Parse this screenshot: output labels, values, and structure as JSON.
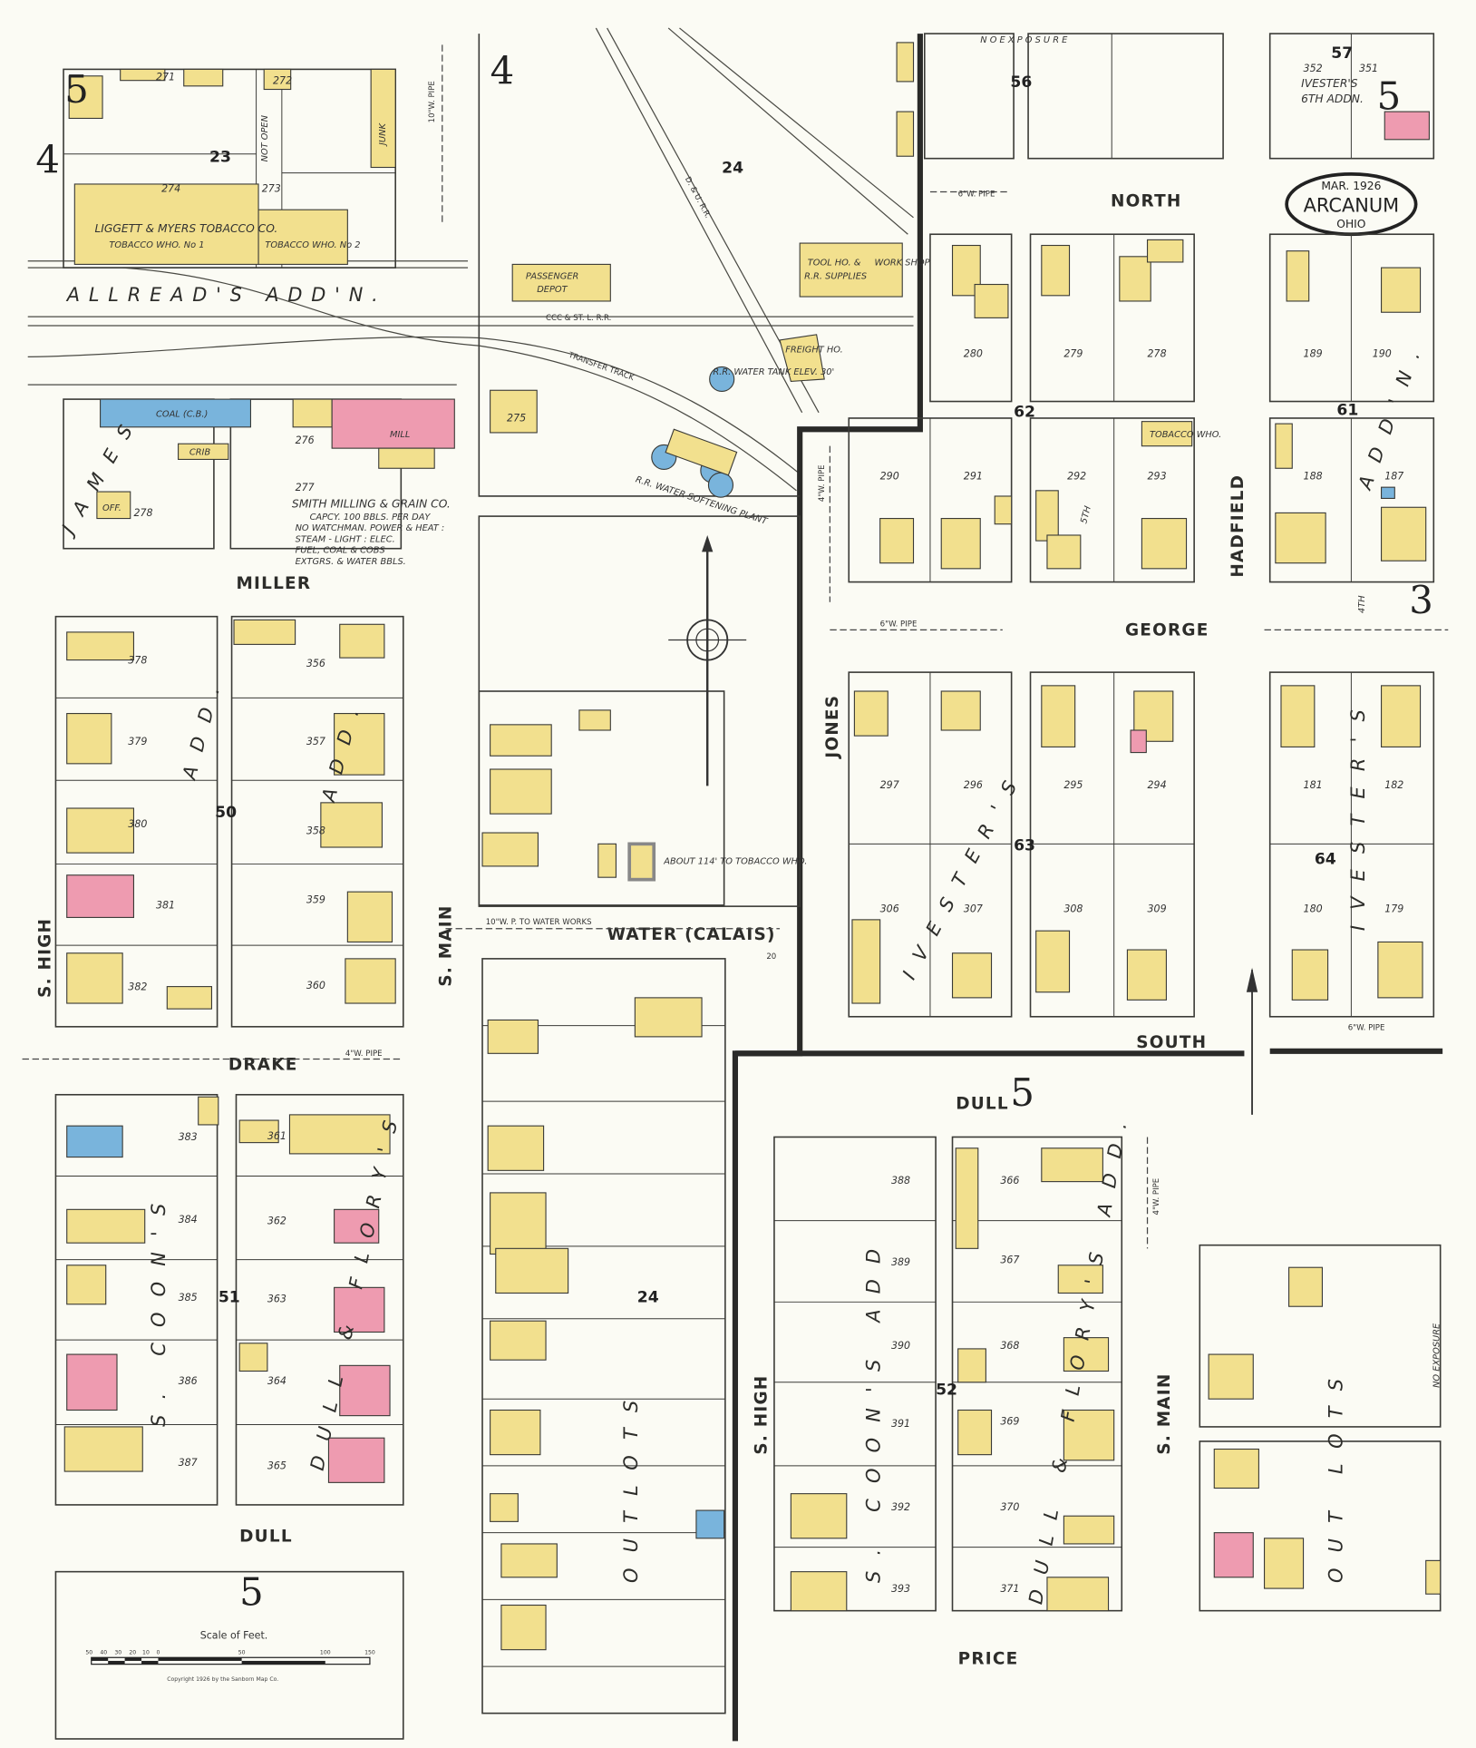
{
  "map": {
    "date": "MAR. 1926",
    "city": "ARCANUM",
    "state": "OHIO",
    "sheet_numbers": [
      "5",
      "4",
      "4",
      "5",
      "3",
      "5",
      "5"
    ],
    "streets": {
      "north": "NORTH",
      "miller": "MILLER",
      "george": "GEORGE",
      "water": "WATER (CALAIS)",
      "drake": "DRAKE",
      "south": "SOUTH",
      "dull_left": "DULL",
      "dull_right": "DULL",
      "price": "PRICE",
      "s_high_left": "S. HIGH",
      "s_main_left": "S. MAIN",
      "s_high_right": "S. HIGH",
      "s_main_right": "S. MAIN",
      "jones": "JONES",
      "hadfield": "HADFIELD",
      "fifth": "5TH"
    },
    "additions": {
      "allreads": "ALLREAD'S ADD'N.",
      "james": "JAMES",
      "ivesters": "IVESTER'S",
      "ivesters_right": "IVESTER'S",
      "ivesters_6th_1": "IVESTER'S",
      "ivesters_6th_2": "6TH ADDN.",
      "adn_right": "ADD'N.",
      "fourth": "4TH",
      "coons_left": "S. COON'S",
      "coons_right": "S. COON'S ADD",
      "dull_flory_left": "DULL & FLORY'S",
      "dull_flory_right": "DULL & FLORY'S ADD.",
      "add_left": "ADD.",
      "add_right": "ADD.",
      "outlots_left": "OUTLOTS",
      "outlots_right": "OUT LOTS",
      "no_exposure_top": "N O   E X P O S U R E",
      "no_exposure_right": "NO EXPOSURE"
    },
    "businesses": {
      "liggett": "LIGGETT & MYERS TOBACCO CO.",
      "who1": "TOBACCO WHO. No 1",
      "who2": "TOBACCO WHO. No 2",
      "junk": "JUNK",
      "passenger_depot_1": "PASSENGER",
      "passenger_depot_2": "DEPOT",
      "tool_house_1": "TOOL HO. &",
      "tool_house_2": "R.R. SUPPLIES",
      "work_shop": "WORK SHOP",
      "freight": "FREIGHT HO.",
      "water_tank": "R.R. WATER TANK ELEV. 30'",
      "softening": "R.R. WATER SOFTENING PLANT",
      "coal": "COAL (C.B.)",
      "crib": "CRIB",
      "off": "OFF.",
      "mill": "MILL",
      "smith_1": "SMITH MILLING & GRAIN CO.",
      "smith_2": "CAPCY. 100 BBLS. PER DAY",
      "smith_3": "NO WATCHMAN. POWER & HEAT :",
      "smith_4": "STEAM - LIGHT : ELEC.",
      "smith_5": "FUEL; COAL & COBS",
      "smith_6": "EXTGRS. & WATER BBLS.",
      "not_open": "NOT OPEN",
      "railroad": "CCC & ST. L. R.R.",
      "dur": "D. & U. R.R.",
      "transfer": "TRANSFER TRACK",
      "tobacco_who": "TOBACCO WHO.",
      "about_114": "ABOUT 114' TO TOBACCO WHO."
    },
    "pipes": {
      "main_10": "10\"W. PIPE",
      "water_10": "10\"W. P. TO WATER WORKS",
      "north_6": "6\"W. PIPE",
      "george_6": "6\"W. PIPE",
      "drake_4": "4\"W. PIPE",
      "south_6": "6\"W. PIPE",
      "jones_4": "4\"W. PIPE",
      "main_4": "4\"W. PIPE"
    },
    "block_numbers": [
      "23",
      "24",
      "56",
      "57",
      "61",
      "62",
      "63",
      "64",
      "50",
      "51",
      "24",
      "52",
      "20"
    ],
    "lots": [
      "271",
      "272",
      "273",
      "274",
      "275",
      "276",
      "277",
      "278",
      "280",
      "279",
      "278",
      "189",
      "190",
      "290",
      "291",
      "292",
      "293",
      "188",
      "187",
      "297",
      "296",
      "295",
      "294",
      "181",
      "182",
      "306",
      "307",
      "308",
      "309",
      "180",
      "179",
      "378",
      "379",
      "380",
      "381",
      "382",
      "356",
      "357",
      "358",
      "359",
      "360",
      "383",
      "384",
      "385",
      "386",
      "387",
      "361",
      "362",
      "363",
      "364",
      "365",
      "388",
      "389",
      "390",
      "391",
      "392",
      "393",
      "366",
      "367",
      "368",
      "369",
      "370",
      "371",
      "352",
      "351"
    ],
    "scale": {
      "title": "Scale of Feet.",
      "ticks": [
        "50",
        "40",
        "30",
        "20",
        "10",
        "0",
        "50",
        "100",
        "150"
      ],
      "copyright": "Copyright 1926 by the Sanborn Map Co."
    },
    "colors": {
      "frame": "#f2e08e",
      "brick": "#ee9bb0",
      "stone": "#79b4dc",
      "paper": "#fbfbf4"
    }
  }
}
